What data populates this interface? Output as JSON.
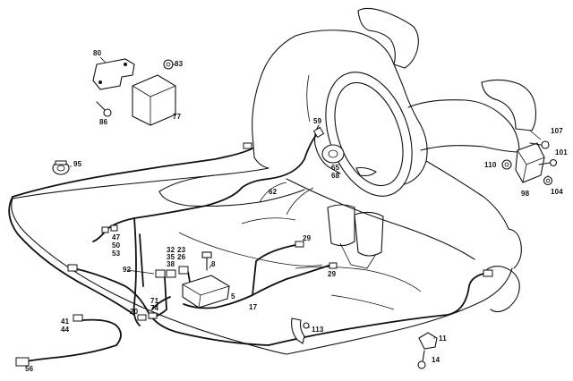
{
  "callouts": {
    "c80": "80",
    "c83": "83",
    "c77": "77",
    "c86": "86",
    "c95": "95",
    "c59": "59",
    "c65": "65",
    "c68": "68",
    "c62": "62",
    "c107": "107",
    "c101": "101",
    "c110": "110",
    "c98": "98",
    "c104": "104",
    "c47": "47",
    "c50": "50",
    "c53": "53",
    "c32": "32",
    "c23": "23",
    "c35": "35",
    "c26": "26",
    "c38": "38",
    "c8": "8",
    "c29a": "29",
    "c29b": "29",
    "c92": "92",
    "c5": "5",
    "c71": "71",
    "c74": "74",
    "c20": "20",
    "c17": "17",
    "c41": "41",
    "c44": "44",
    "c113": "113",
    "c11": "11",
    "c14": "14",
    "c56": "56"
  }
}
